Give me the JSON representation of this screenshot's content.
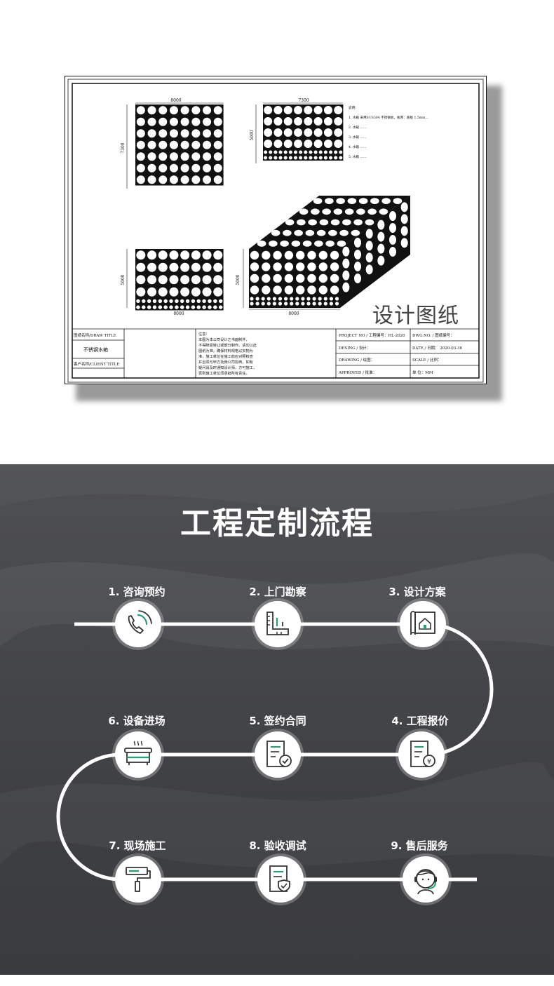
{
  "drawing": {
    "caption": "设计图纸",
    "dims": {
      "front_width": "8000",
      "front_height": "7300",
      "side_width": "7300",
      "side_height": "5000",
      "small_height": "5000",
      "small_width": "8000",
      "iso_height": "5000",
      "iso_width": "8000"
    },
    "notes": [
      "说明：",
      "1. 水箱 采用SUS304 不锈钢板，板厚：底板 1.5mm…",
      "2. 水箱 ……",
      "3. 水箱 ……",
      "4. 水箱 ……",
      "5. 水箱 ……"
    ],
    "title_block": {
      "draw_title_label": "图纸名称/DRAW TITLE",
      "draw_title_value": "不锈钢水箱",
      "client_title_label": "客户名称/CLIENT TITLE",
      "notice_lines": [
        "注意：",
        "  本图为本公司设计之书面制件，",
        "不得随意转让或部分制作。请勿以此",
        "图纸为准，确保材料规格以实物为",
        "准，施工单位在施工前应对照核查",
        "并且须与甲方及我公司协商，如有",
        "疑问请及时通知设计师，方可施工，",
        "否则施工单位须承担所有责任。"
      ],
      "project_no": "PROJECT NO / 工程编号：HL-2020",
      "dwg_no": "DWG.NO. / 图纸编号：",
      "design": "DESING / 设计：",
      "date": "DATE / 日期：   2020-03-30",
      "drawing": "DRAWING / 绘图：",
      "scale": "SCALE / 比例：",
      "approved": "APPROVED / 批准：",
      "unit": "单 位：MM"
    }
  },
  "process": {
    "title": "工程定制流程",
    "steps": [
      {
        "label": "1. 咨询预约",
        "icon": "phone-icon"
      },
      {
        "label": "2. 上门勘察",
        "icon": "ruler-icon"
      },
      {
        "label": "3. 设计方案",
        "icon": "blueprint-icon"
      },
      {
        "label": "4. 工程报价",
        "icon": "quote-icon"
      },
      {
        "label": "5. 签约合同",
        "icon": "contract-icon"
      },
      {
        "label": "6. 设备进场",
        "icon": "equipment-icon"
      },
      {
        "label": "7. 现场施工",
        "icon": "paint-roller-icon"
      },
      {
        "label": "8. 验收调试",
        "icon": "shield-check-icon"
      },
      {
        "label": "9. 售后服务",
        "icon": "headset-agent-icon"
      }
    ],
    "colors": {
      "accent": "#2a9d78",
      "dark": "#333333",
      "panel": "#45464a",
      "line": "#ffffff"
    }
  }
}
